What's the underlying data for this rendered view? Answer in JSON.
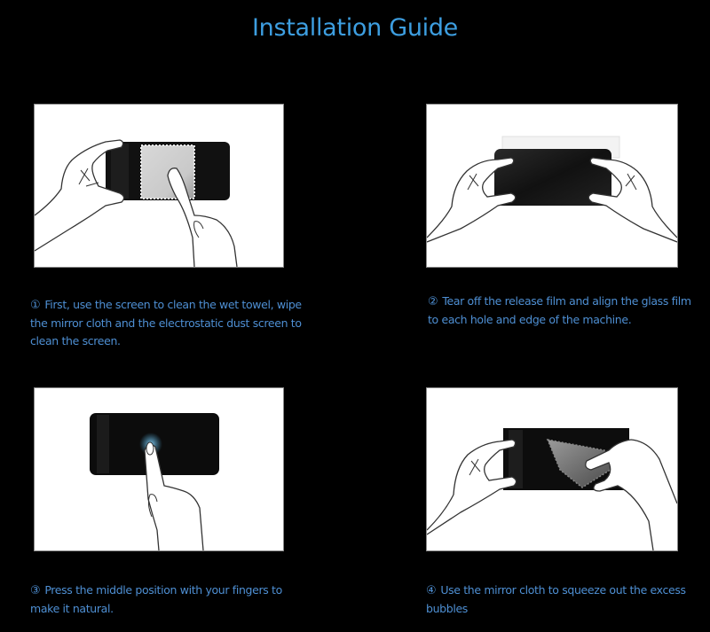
{
  "header": {
    "title": "Installation Guide"
  },
  "colors": {
    "background": "#000000",
    "title": "#3d9ee0",
    "caption": "#4e8fd3",
    "panel": "#ffffff"
  },
  "steps": [
    {
      "number": "①",
      "text": "First, use the screen to clean the wet towel, wipe the mirror cloth and the electrostatic dust screen to clean the screen.",
      "illustration": "hands-holding-phone-wiping-with-cloth"
    },
    {
      "number": "②",
      "text": "Tear off the release film and align the glass film to each hole and edge of the machine.",
      "illustration": "hands-aligning-glass-film-on-phone"
    },
    {
      "number": "③",
      "text": "Press the middle position with your fingers to make it natural.",
      "illustration": "finger-pressing-phone-center"
    },
    {
      "number": "④",
      "text": "Use the mirror cloth to squeeze out the excess bubbles",
      "illustration": "hand-squeezing-bubbles-with-cloth"
    }
  ]
}
